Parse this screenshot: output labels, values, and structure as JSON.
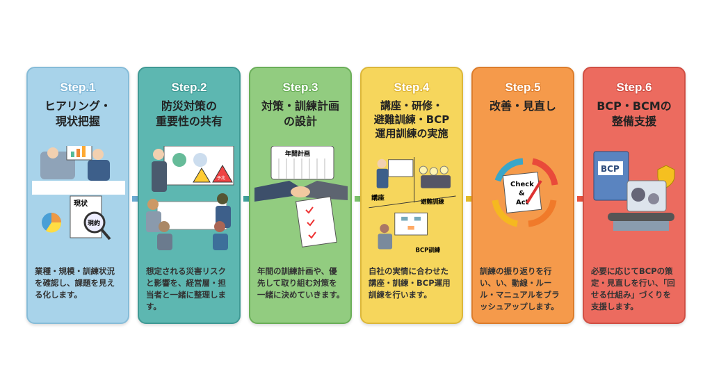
{
  "steps": [
    {
      "step": "Step.1",
      "title": "ヒアリング・\n現状把握",
      "desc": "業種・規模・訓練状況を確認し、課題を見える化します。",
      "labels": [
        "現状",
        "現約"
      ],
      "bg": "#a8d3ea",
      "border": "#86bcd8",
      "stepColor": "#7fb6d6",
      "arrow": "#6aa9d0"
    },
    {
      "step": "Step.2",
      "title": "防災対策の\n重要性の共有",
      "desc": "想定される災害リスクと影響を、経営層・担当者と一緒に整理します。",
      "labels": [
        "予兆"
      ],
      "bg": "#5db7b1",
      "border": "#3f9994",
      "stepColor": "#3f9994",
      "arrow": "#3f9f99"
    },
    {
      "step": "Step.3",
      "title": "対策・訓練計画\nの設計",
      "desc": "年間の訓練計画や、優先して取り組む対策を一緒に決めていきます。",
      "labels": [
        "年間計画"
      ],
      "bg": "#92cc80",
      "border": "#6aae58",
      "stepColor": "#6aae58",
      "arrow": "#7bc06a"
    },
    {
      "step": "Step.4",
      "title": "講座・研修・\n避難訓練・BCP\n運用訓練の実施",
      "desc": "自社の実情に合わせた講座・訓練・BCP運用訓練を行います。",
      "labels": [
        "講座",
        "避難訓練",
        "BCP訓練"
      ],
      "bg": "#f6d65c",
      "border": "#dcb73a",
      "stepColor": "#e0b83a",
      "arrow": "#e2b92a"
    },
    {
      "step": "Step.5",
      "title": "改善・見直し",
      "desc": "訓練の振り返りを行い、い、動線・ルール・マニュアルをブラッシュアップします。",
      "labels": [
        "Check\n&\nAct"
      ],
      "bg": "#f59a4b",
      "border": "#dc7d2c",
      "stepColor": "#e08030",
      "arrow": "#e8523e"
    },
    {
      "step": "Step.6",
      "title": "BCP・BCMの\n整備支援",
      "desc": "必要に応じてBCPの策定・見直しを行い、「回せる仕組み」づくりを支援します。",
      "labels": [
        "BCP"
      ],
      "bg": "#ec6b5f",
      "border": "#d04f44",
      "stepColor": "#d04f44"
    }
  ]
}
